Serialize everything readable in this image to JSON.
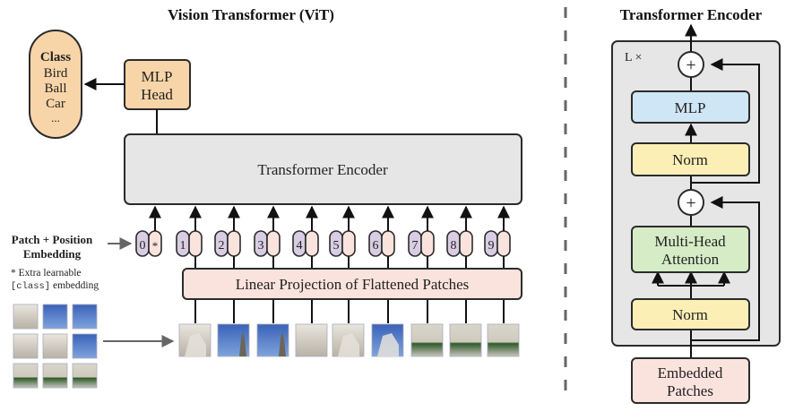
{
  "vit": {
    "title": "Vision Transformer (ViT)",
    "class_box": {
      "title": "Class",
      "items": [
        "Bird",
        "Ball",
        "Car",
        "..."
      ]
    },
    "mlp_head": {
      "line1": "MLP",
      "line2": "Head"
    },
    "encoder_label": "Transformer Encoder",
    "embedding_label": {
      "line1": "Patch + Position",
      "line2": "Embedding"
    },
    "footnote": {
      "line1": "* Extra learnable",
      "line2_mono": "[class]",
      "line2_rest": " embedding"
    },
    "tokens": [
      "0",
      "1",
      "2",
      "3",
      "4",
      "5",
      "6",
      "7",
      "8",
      "9"
    ],
    "class_token_marker": "*",
    "linear_projection": "Linear Projection of Flattened Patches",
    "patch_count": 9,
    "grid_size": "3x3"
  },
  "encoder_detail": {
    "title": "Transformer Encoder",
    "repeat_label": "L ×",
    "plus_symbol": "+",
    "mlp": "MLP",
    "norm_top": "Norm",
    "attention": {
      "line1": "Multi-Head",
      "line2": "Attention"
    },
    "norm_bottom": "Norm",
    "input": {
      "line1": "Embedded",
      "line2": "Patches"
    }
  },
  "colors": {
    "class_fill": "#f8d5a8",
    "mlp_head_fill": "#f8d5a8",
    "encoder_fill": "#e6e6e6",
    "position_fill": "#d8cde3",
    "patch_embed_fill": "#fbe3dd",
    "linear_proj_fill": "#fbe3dd",
    "mlp_fill": "#cfe6f6",
    "norm_fill": "#fbefb6",
    "attention_fill": "#d5ecc6",
    "embedded_fill": "#fbe3dd",
    "stroke": "#2b2b2b",
    "divider": "#666666"
  }
}
